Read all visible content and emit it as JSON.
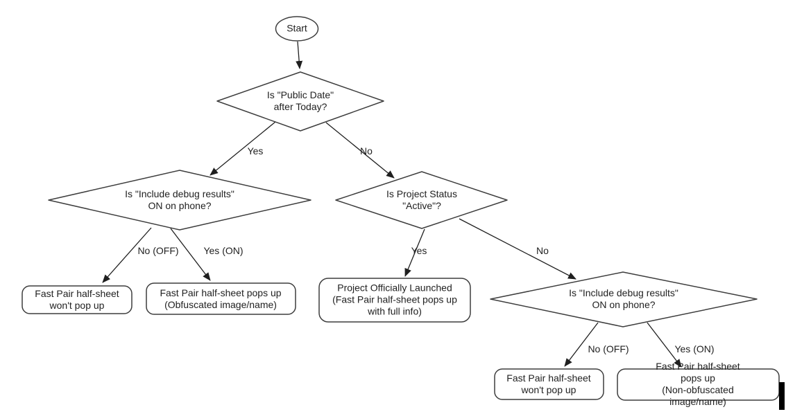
{
  "diagram": {
    "type": "flowchart",
    "nodes": {
      "start": {
        "label": "Start"
      },
      "decision_public_date": {
        "label": "Is \"Public Date\"\nafter Today?"
      },
      "decision_debug_left": {
        "label": "Is \"Include debug results\"\nON on phone?"
      },
      "decision_project_status": {
        "label": "Is Project Status\n\"Active\"?"
      },
      "decision_debug_right": {
        "label": "Is \"Include debug results\"\nON on phone?"
      },
      "outcome_no_popup_left": {
        "label": "Fast Pair half-sheet\nwon't pop up"
      },
      "outcome_obfuscated": {
        "label": "Fast Pair half-sheet pops up\n(Obfuscated image/name)"
      },
      "outcome_launched": {
        "label": "Project Officially Launched\n(Fast Pair half-sheet pops up\nwith full info)"
      },
      "outcome_no_popup_right": {
        "label": "Fast Pair half-sheet\nwon't pop up"
      },
      "outcome_non_obfuscated": {
        "label": "Fast Pair half-sheet pops up\n(Non-obfuscated image/name)"
      }
    },
    "edge_labels": {
      "public_date_yes": "Yes",
      "public_date_no": "No",
      "debug_left_no": "No (OFF)",
      "debug_left_yes": "Yes (ON)",
      "status_yes": "Yes",
      "status_no": "No",
      "debug_right_no": "No (OFF)",
      "debug_right_yes": "Yes (ON)"
    },
    "colors": {
      "background": "#ffffff",
      "shape_fill": "#ffffff",
      "shape_stroke": "#3d3d3d",
      "arrow": "#1f1f1f",
      "text": "#212121",
      "cursor_bar": "#000000"
    }
  }
}
